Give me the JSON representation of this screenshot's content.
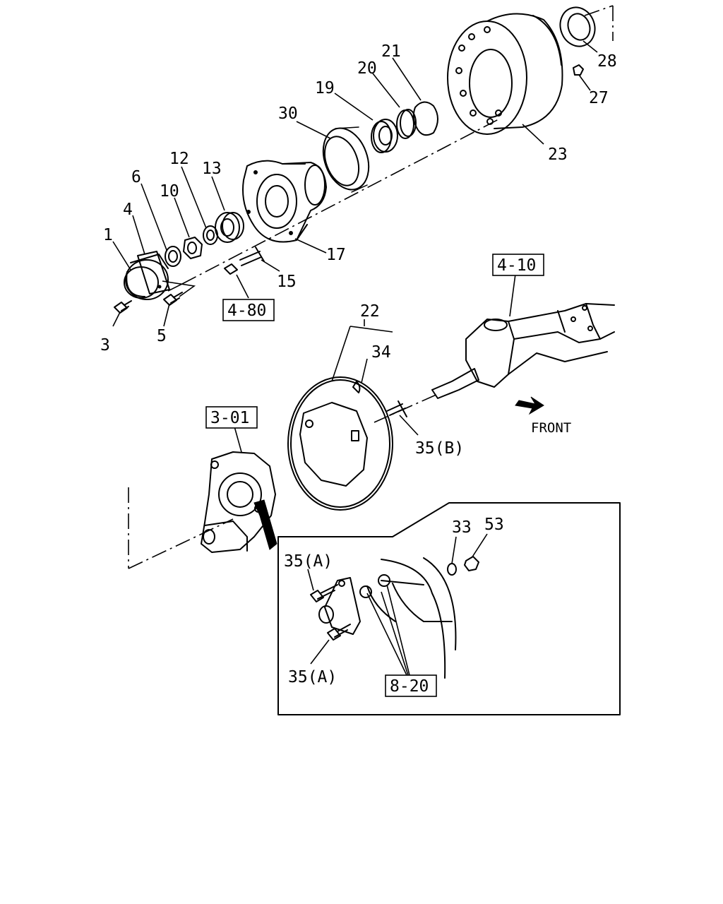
{
  "diagram": {
    "callouts": {
      "c1": "1",
      "c3": "3",
      "c4": "4",
      "c5": "5",
      "c6": "6",
      "c10": "10",
      "c12": "12",
      "c13": "13",
      "c15": "15",
      "c17": "17",
      "c19": "19",
      "c20": "20",
      "c21": "21",
      "c22": "22",
      "c23": "23",
      "c27": "27",
      "c28": "28",
      "c30": "30",
      "c33": "33",
      "c34": "34",
      "c35a_top": "35(A)",
      "c35a_bottom": "35(A)",
      "c35b": "35(B)",
      "c53": "53"
    },
    "references": {
      "r480": "4-80",
      "r410": "4-10",
      "r301": "3-01",
      "r820": "8-20"
    },
    "direction_label": "FRONT"
  }
}
